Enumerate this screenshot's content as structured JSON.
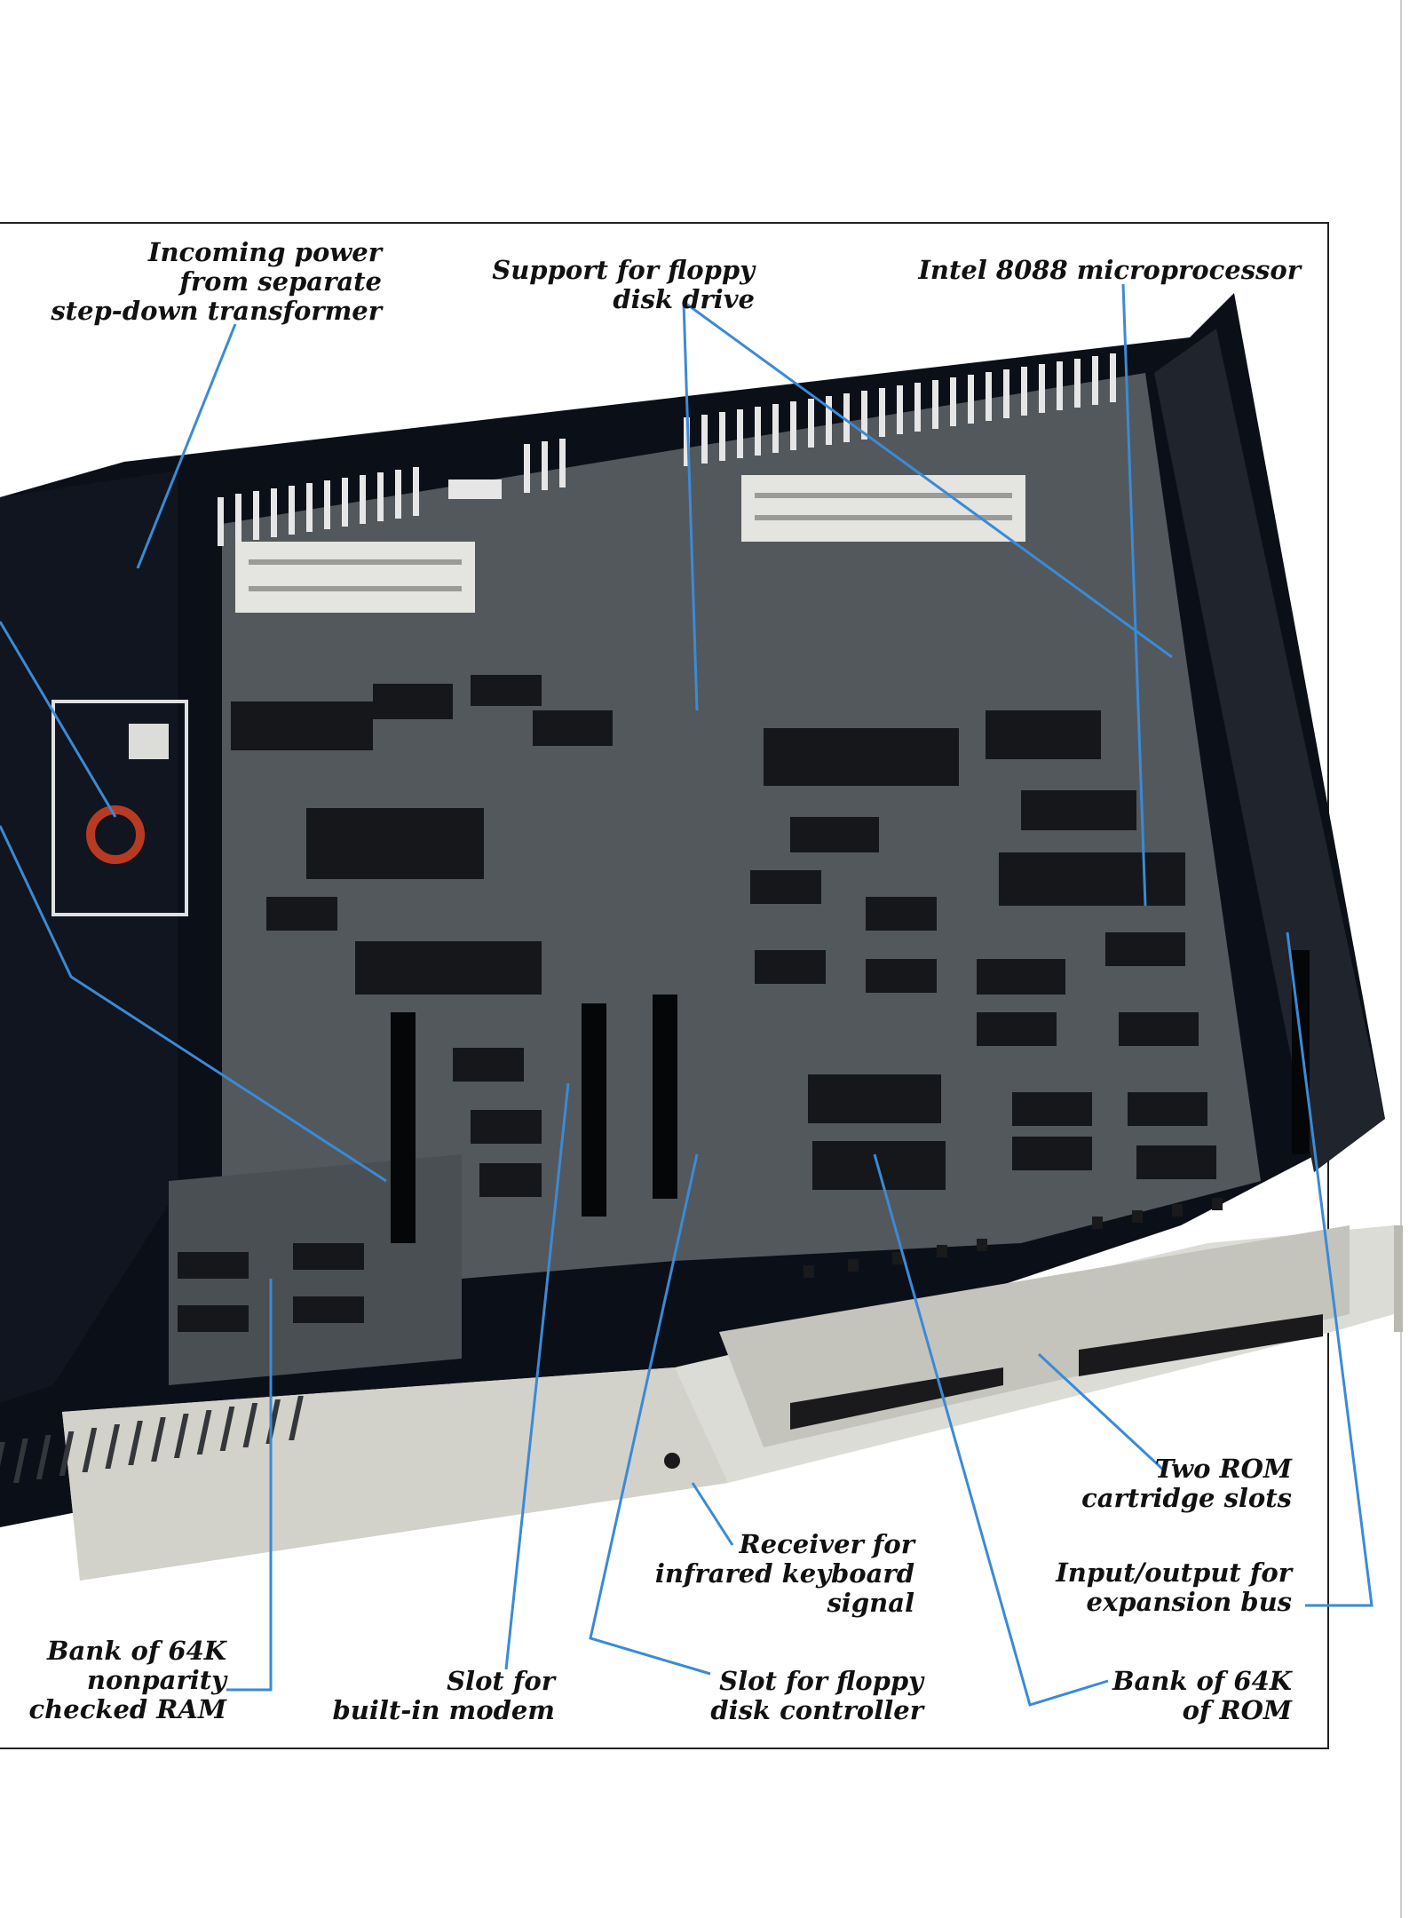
{
  "labels": {
    "incoming_power": "Incoming power\nfrom separate\nstep-down transformer",
    "floppy_support": "Support for floppy\ndisk drive",
    "intel_8088": "Intel 8088 microprocessor",
    "two_rom_slots": "Two ROM\ncartridge slots",
    "receiver_ir": "Receiver for\ninfrared keyboard\nsignal",
    "io_expansion": "Input/output for\nexpansion bus",
    "bank_ram": "Bank of 64K\nnonparity\nchecked RAM",
    "slot_modem": "Slot for\nbuilt-in modem",
    "slot_floppy_controller": "Slot for floppy\ndisk controller",
    "bank_rom": "Bank of 64K\nof ROM"
  },
  "colors": {
    "leader_line": "#3b8ad6",
    "frame": "#222222",
    "chassis_light": "#dcdcd6",
    "chassis_shadow": "#b9b9b1",
    "interior": "#0b0f18",
    "pcb": "#53585c",
    "chip": "#15171a",
    "label_text": "#111111"
  },
  "icons": {
    "photo": "motherboard-photo"
  }
}
